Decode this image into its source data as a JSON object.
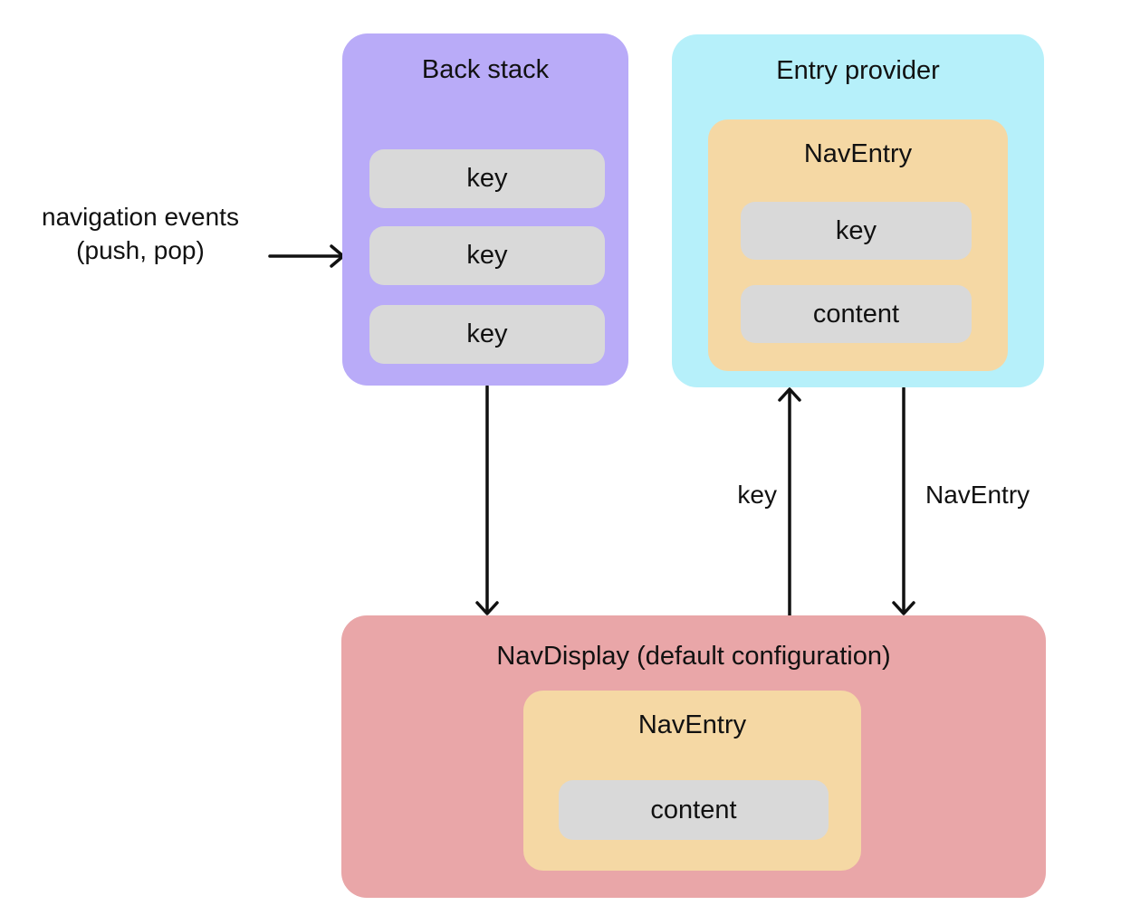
{
  "diagram": {
    "nav_events": {
      "line1": "navigation events",
      "line2": "(push, pop)"
    },
    "back_stack": {
      "title": "Back stack",
      "keys": [
        "key",
        "key",
        "key"
      ]
    },
    "entry_provider": {
      "title": "Entry provider",
      "nav_entry": {
        "title": "NavEntry",
        "key": "key",
        "content": "content"
      }
    },
    "nav_display": {
      "title": "NavDisplay (default configuration)",
      "nav_entry": {
        "title": "NavEntry",
        "content": "content"
      }
    },
    "edges": {
      "key_up_label": "key",
      "nav_entry_down_label": "NavEntry"
    },
    "colors": {
      "back_stack_fill": "#b9abf8",
      "entry_provider_fill": "#b6f0fa",
      "nav_entry_fill": "#f5d8a4",
      "pill_fill": "#d9d9d9",
      "nav_display_fill": "#e9a6a8",
      "arrow_stroke": "#111111",
      "text": "#111111",
      "background": "#ffffff"
    }
  }
}
